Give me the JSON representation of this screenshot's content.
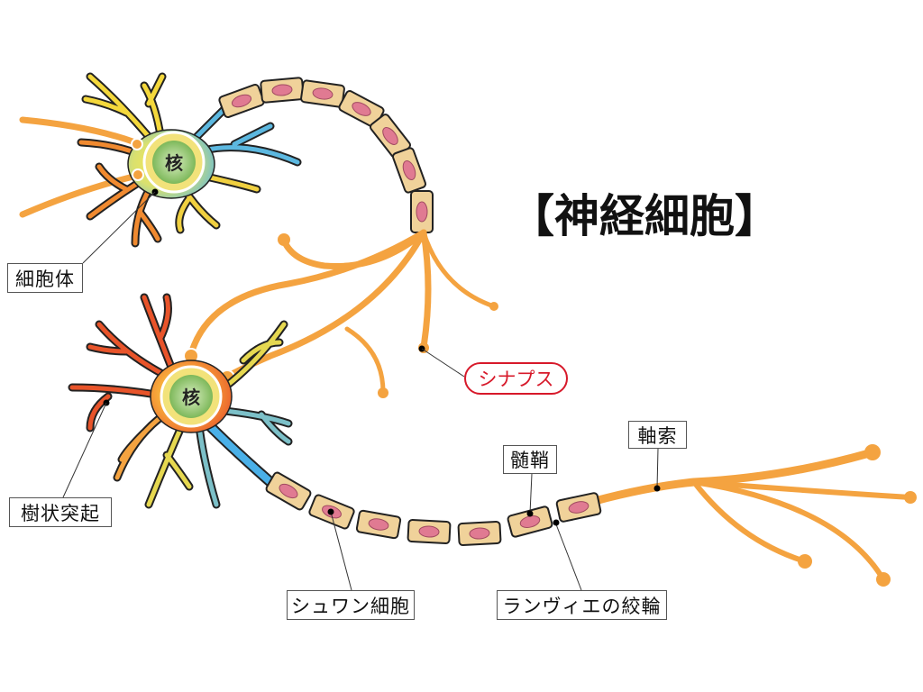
{
  "title": "【神経細胞】",
  "labels": {
    "soma": "細胞体",
    "dendrite": "樹状突起",
    "schwann": "シュワン細胞",
    "ranvier": "ランヴィエの絞輪",
    "myelin": "髄鞘",
    "axon": "軸索",
    "synapse": "シナプス",
    "nucleus": "核"
  },
  "colors": {
    "axon": "#f4a340",
    "myelin": "#f0d29a",
    "schwann_nucleus": "#e07a92",
    "synapse": "#d7192a",
    "nucleus": "#8cc26a"
  }
}
